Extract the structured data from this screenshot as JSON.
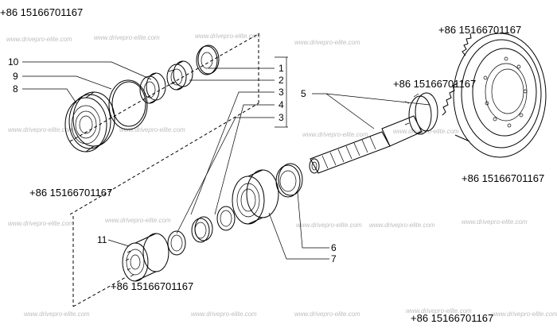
{
  "phone": "+86 15166701167",
  "watermark": "www.drivepro-elite.com",
  "callouts": [
    "1",
    "2",
    "3",
    "4",
    "3",
    "5",
    "6",
    "7",
    "8",
    "9",
    "10",
    "11"
  ]
}
